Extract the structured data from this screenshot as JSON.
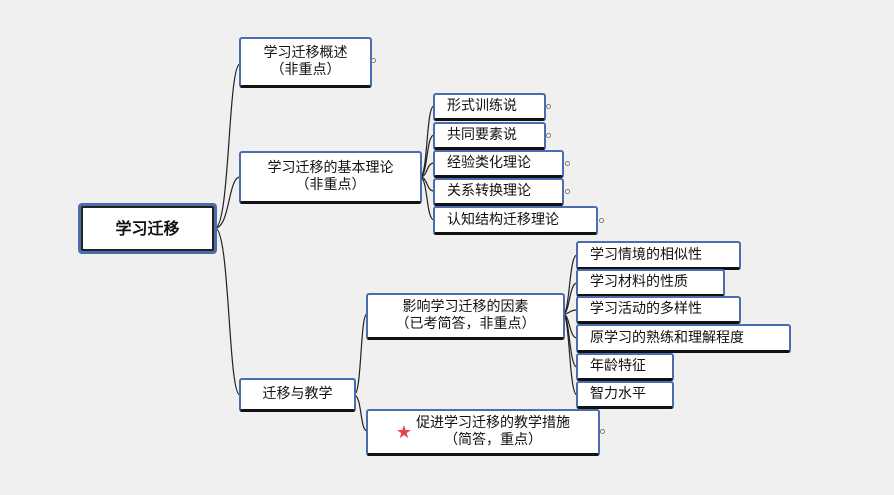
{
  "root": "学习迁移",
  "branch_overview": "学习迁移概述\n（非重点）",
  "branch_theory": "学习迁移的基本理论\n（非重点）",
  "theories": [
    "形式训练说",
    "共同要素说",
    "经验类化理论",
    "关系转换理论",
    "认知结构迁移理论"
  ],
  "branch_teaching": "迁移与教学",
  "factors_title": "影响学习迁移的因素\n（已考简答，非重点）",
  "factors": [
    "学习情境的相似性",
    "学习材料的性质",
    "学习活动的多样性",
    "原学习的熟练和理解程度",
    "年龄特征",
    "智力水平"
  ],
  "measures_title": "促进学习迁移的教学措施\n（简答，重点）",
  "colors": {
    "border": "#4a6db0",
    "line": "#222222",
    "star": "#e8434a",
    "background": "#f0f0f0"
  },
  "icons": {
    "key_point": "star-icon",
    "collapse": "collapse-toggle-icon"
  }
}
